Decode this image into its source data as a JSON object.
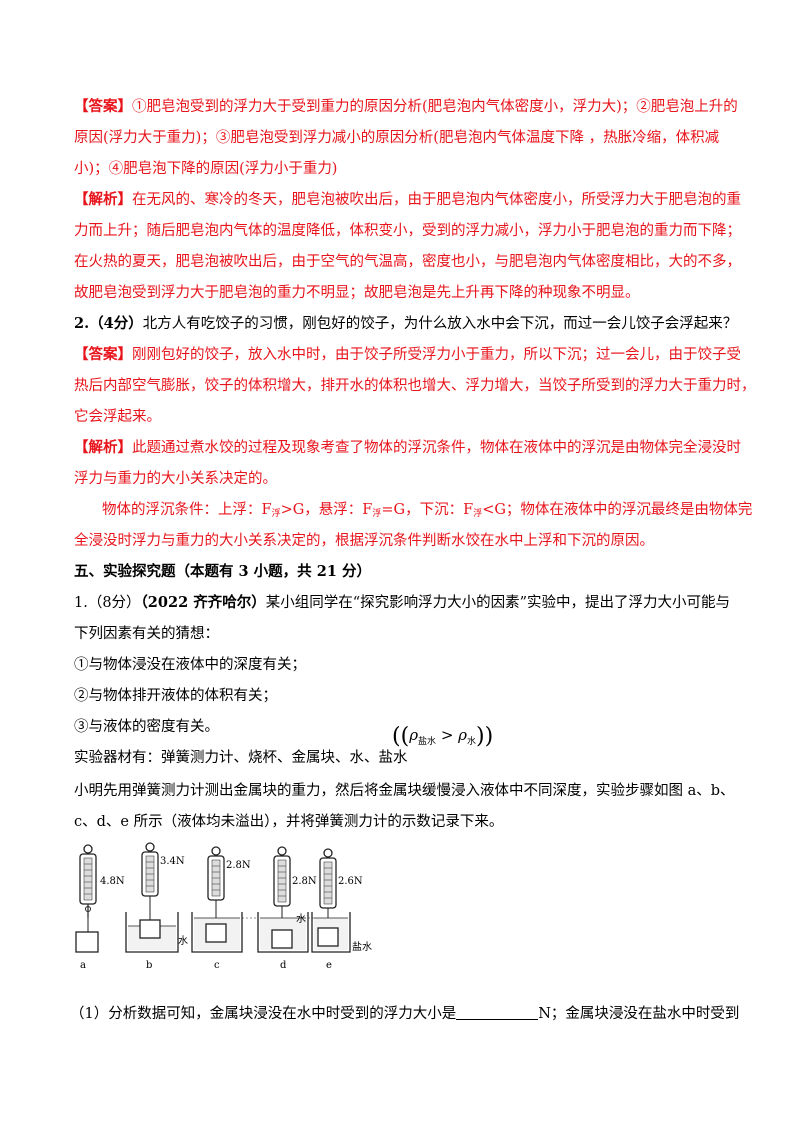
{
  "q1_answer": {
    "tag": "【答案】",
    "lines": [
      "①肥皂泡受到的浮力大于受到重力的原因分析(肥皂泡内气体密度小，浮力大)；②肥皂泡上升的",
      "原因(浮力大于重力)；③肥皂泡受到浮力减小的原因分析(肥皂泡内气体温度下降 ，热胀冷缩，体积减",
      "小)；④肥皂泡下降的原因(浮力小于重力)"
    ]
  },
  "q1_analysis": {
    "tag": "【解析】",
    "lines": [
      "在无风的、寒冷的冬天，肥皂泡被吹出后，由于肥皂泡内气体密度小，所受浮力大于肥皂泡的重",
      "力而上升；随后肥皂泡内气体的温度降低，体积变小，受到的浮力减小，浮力小于肥皂泡的重力而下降；",
      "在火热的夏天，肥皂泡被吹出后，由于空气的气温高，密度也小，与肥皂泡内气体密度相比，大的不多，",
      "故肥皂泡受到浮力大于肥皂泡的重力不明显；故肥皂泡是先上升再下降的种现象不明显。"
    ]
  },
  "q2": {
    "number": "2.（4分）",
    "text": "北方人有吃饺子的习惯，刚包好的饺子，为什么放入水中会下沉，而过一会儿饺子会浮起来？"
  },
  "q2_answer": {
    "tag": "【答案】",
    "lines": [
      "刚刚包好的饺子，放入水中时，由于饺子所受浮力小于重力，所以下沉；过一会儿，由于饺子受",
      "热后内部空气膨胀，饺子的体积增大，排开水的体积也增大、浮力增大，当饺子所受到的浮力大于重力时，",
      "它会浮起来。"
    ]
  },
  "q2_analysis": {
    "tag": "【解析】",
    "lines": [
      "此题通过煮水饺的过程及现象考查了物体的浮沉条件，物体在液体中的浮沉是由物体完全浸没时",
      "浮力与重力的大小关系决定的。"
    ],
    "cond_intro": "物体的浮沉条件：上浮：F",
    "f_sub": "浮",
    "cond_up_tail": ">G，悬浮：F",
    "cond_suspend_tail": "=G，下沉：F",
    "cond_down_tail": "<G；物体在液体中的浮沉最终是由物体完",
    "cond_line2": "全浸没时浮力与重力的大小关系决定的，根据浮沉条件判断水饺在水中上浮和下沉的原因。"
  },
  "section5": {
    "heading": "五、实验探究题（本题有 3 小题，共 21 分）"
  },
  "exp1": {
    "number": "1.（8分）",
    "source": "（2022 齐齐哈尔）",
    "line1_tail": "某小组同学在“探究影响浮力大小的因素”实验中，提出了浮力大小可能与",
    "line2": "下列因素有关的猜想：",
    "guesses": [
      "①与物体浸没在液体中的深度有关；",
      "②与物体排开液体的体积有关；",
      "③与液体的密度有关。"
    ],
    "materials": "实验器材有：弹簧测力计、烧杯、金属块、水、盐水",
    "rho": "ρ",
    "rho_salt": "盐水",
    "gt": ">",
    "rho_water": "水",
    "steps_line1": "小明先用弹簧测力计测出金属块的重力，然后将金属块缓慢浸入液体中不同深度，实验步骤如图 a、b、",
    "steps_line2": "c、d、e 所示（液体均未溢出），并将弹簧测力计的示数记录下来。",
    "figure": {
      "labels": [
        "a",
        "b",
        "c",
        "d",
        "e"
      ],
      "readings": [
        "4.8N",
        "3.4N",
        "2.8N",
        "2.8N",
        "2.6N"
      ],
      "liquid_water": "水",
      "liquid_salt": "盐水"
    },
    "sub1_start": "（1）分析数据可知，金属块浸没在水中时受到的浮力大小是",
    "sub1_end": "N；金属块浸没在盐水中时受到"
  }
}
